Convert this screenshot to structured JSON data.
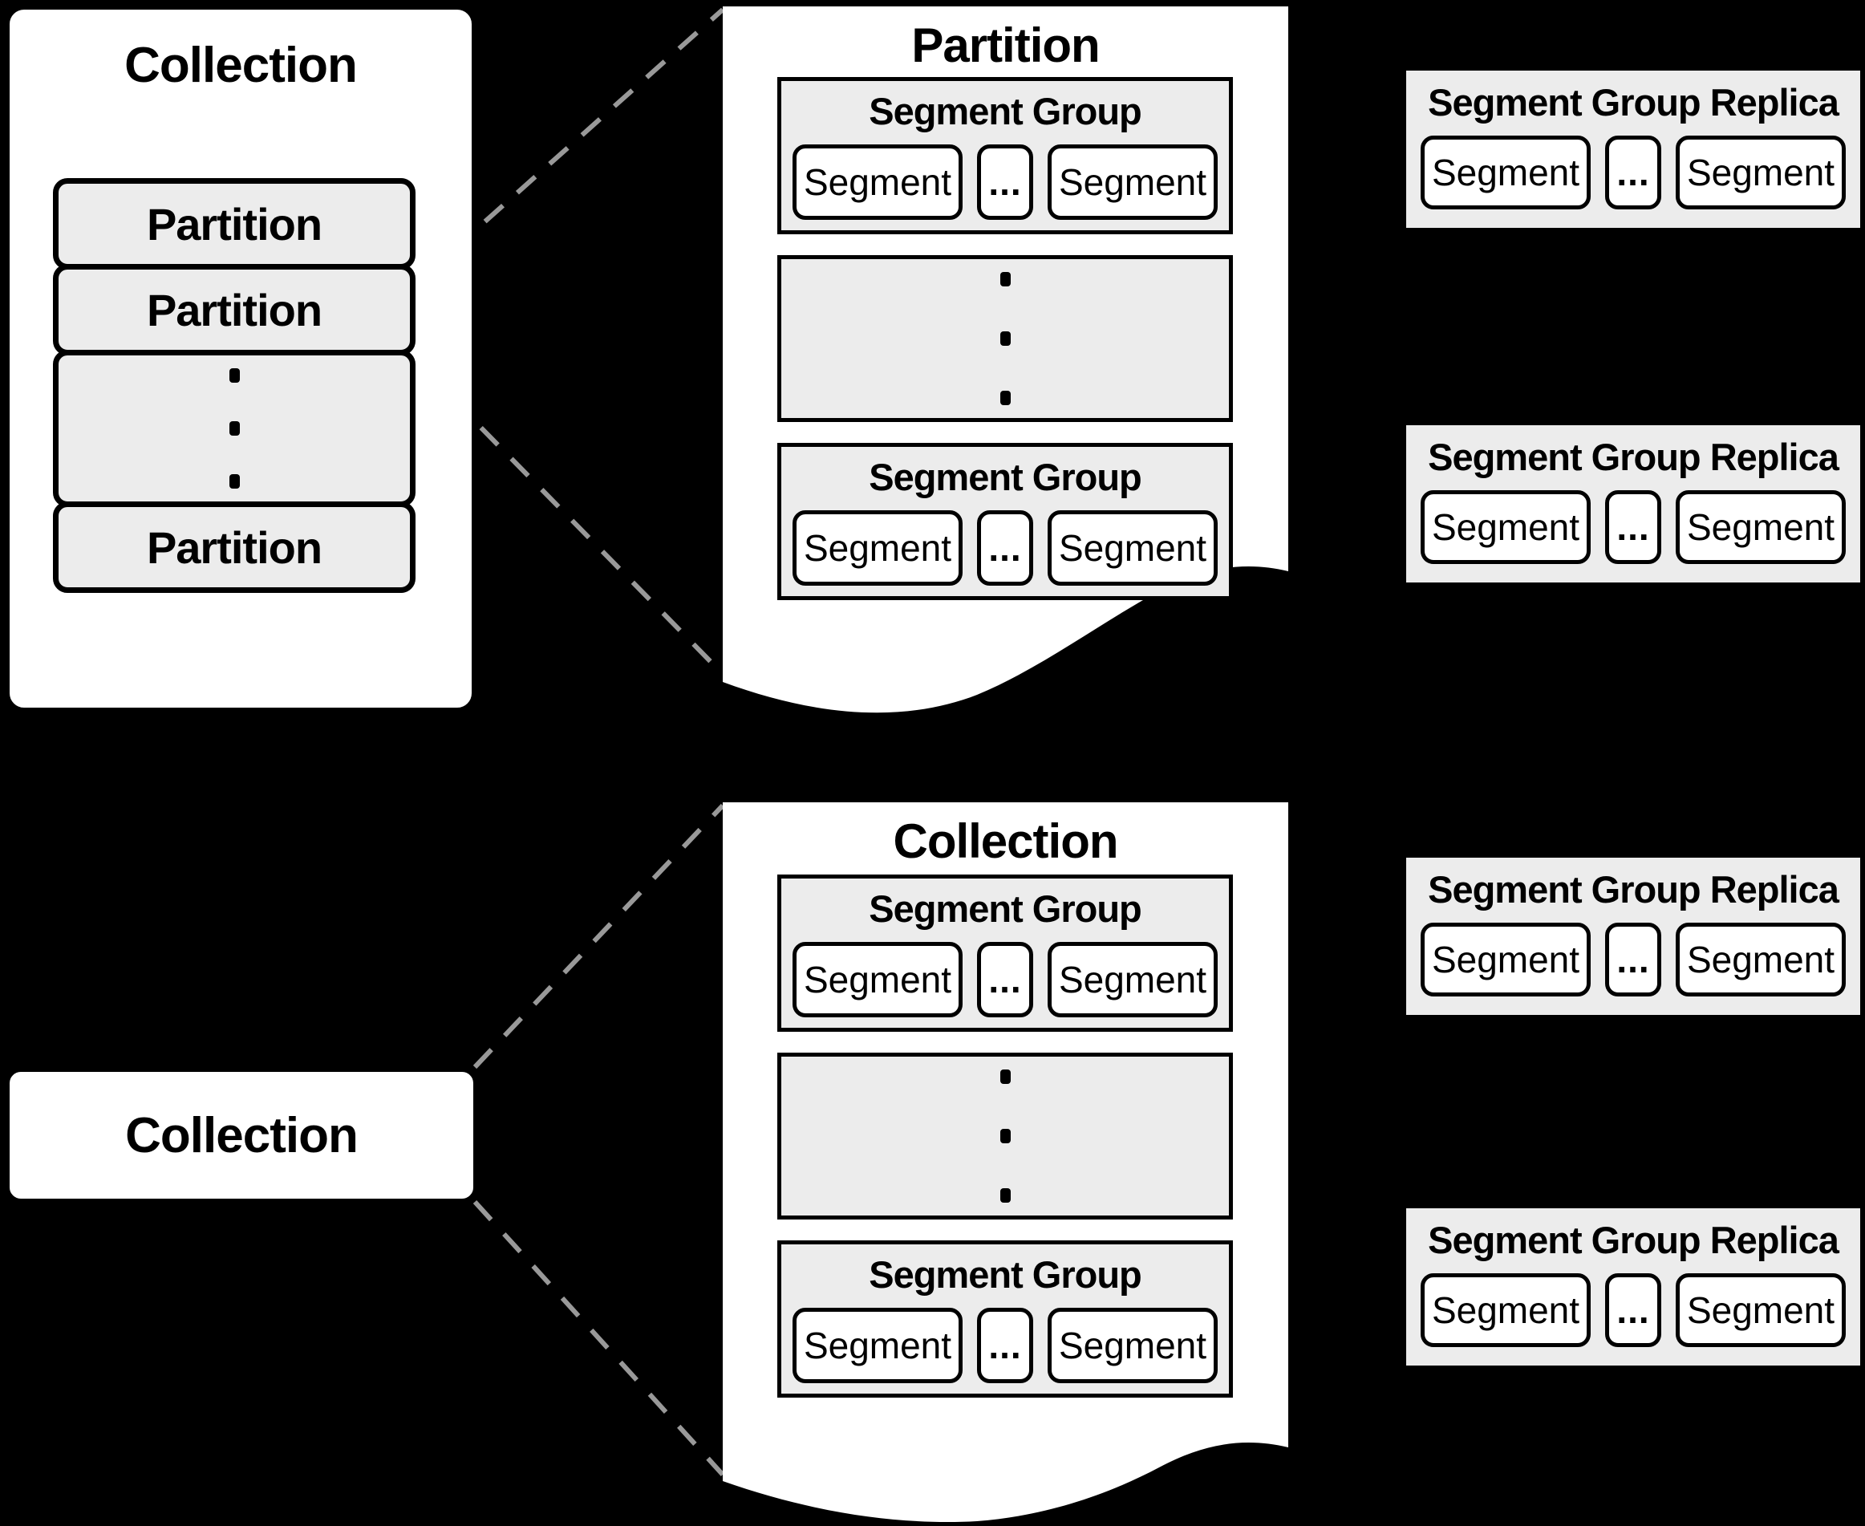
{
  "left_collection": {
    "title": "Collection",
    "partitions": [
      "Partition",
      "Partition",
      "Partition"
    ]
  },
  "panels": [
    {
      "title": "Partition",
      "groups": [
        {
          "title": "Segment Group",
          "segments": [
            "Segment",
            "...",
            "Segment"
          ]
        },
        {
          "title": "Segment Group",
          "segments": [
            "Segment",
            "...",
            "Segment"
          ]
        }
      ]
    },
    {
      "title": "Collection",
      "groups": [
        {
          "title": "Segment Group",
          "segments": [
            "Segment",
            "...",
            "Segment"
          ]
        },
        {
          "title": "Segment Group",
          "segments": [
            "Segment",
            "...",
            "Segment"
          ]
        }
      ]
    }
  ],
  "bottom_collection": {
    "title": "Collection"
  },
  "replicas": [
    {
      "title": "Segment Group Replica",
      "segments": [
        "Segment",
        "...",
        "Segment"
      ]
    },
    {
      "title": "Segment Group Replica",
      "segments": [
        "Segment",
        "...",
        "Segment"
      ]
    },
    {
      "title": "Segment Group Replica",
      "segments": [
        "Segment",
        "...",
        "Segment"
      ]
    },
    {
      "title": "Segment Group Replica",
      "segments": [
        "Segment",
        "...",
        "Segment"
      ]
    }
  ],
  "colors": {
    "background": "#000000",
    "panel_fill": "#ffffff",
    "group_fill": "#ececec",
    "border": "#000000",
    "dashed_line": "#999999"
  }
}
